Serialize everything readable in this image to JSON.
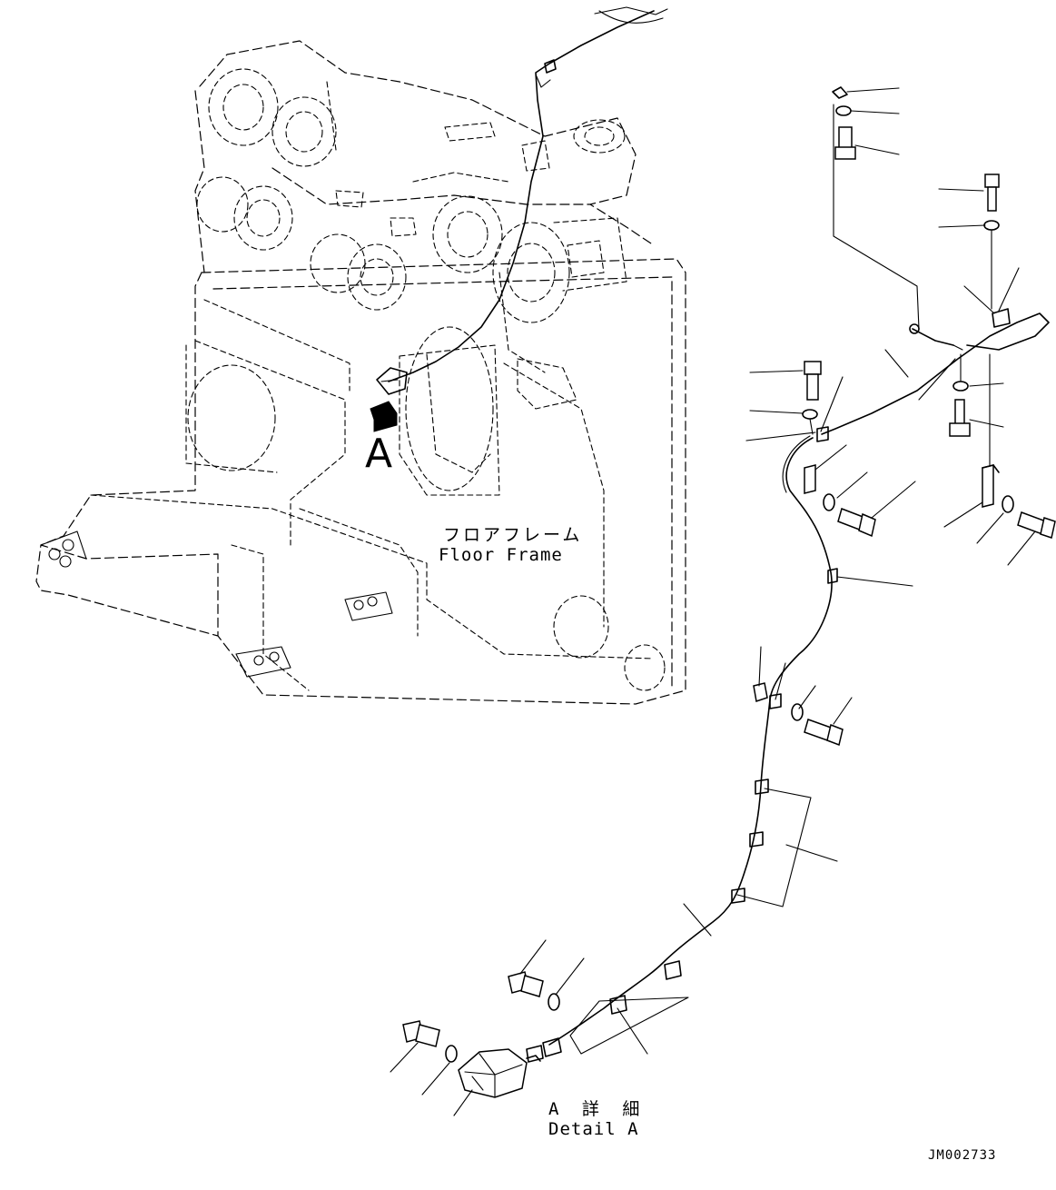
{
  "labels": {
    "floor_frame_jp": "フロアフレーム",
    "floor_frame_en": "Floor Frame",
    "view_letter": "A",
    "detail_jp": "A 詳 細",
    "detail_en": "Detail A",
    "drawing_number": "JM002733"
  }
}
